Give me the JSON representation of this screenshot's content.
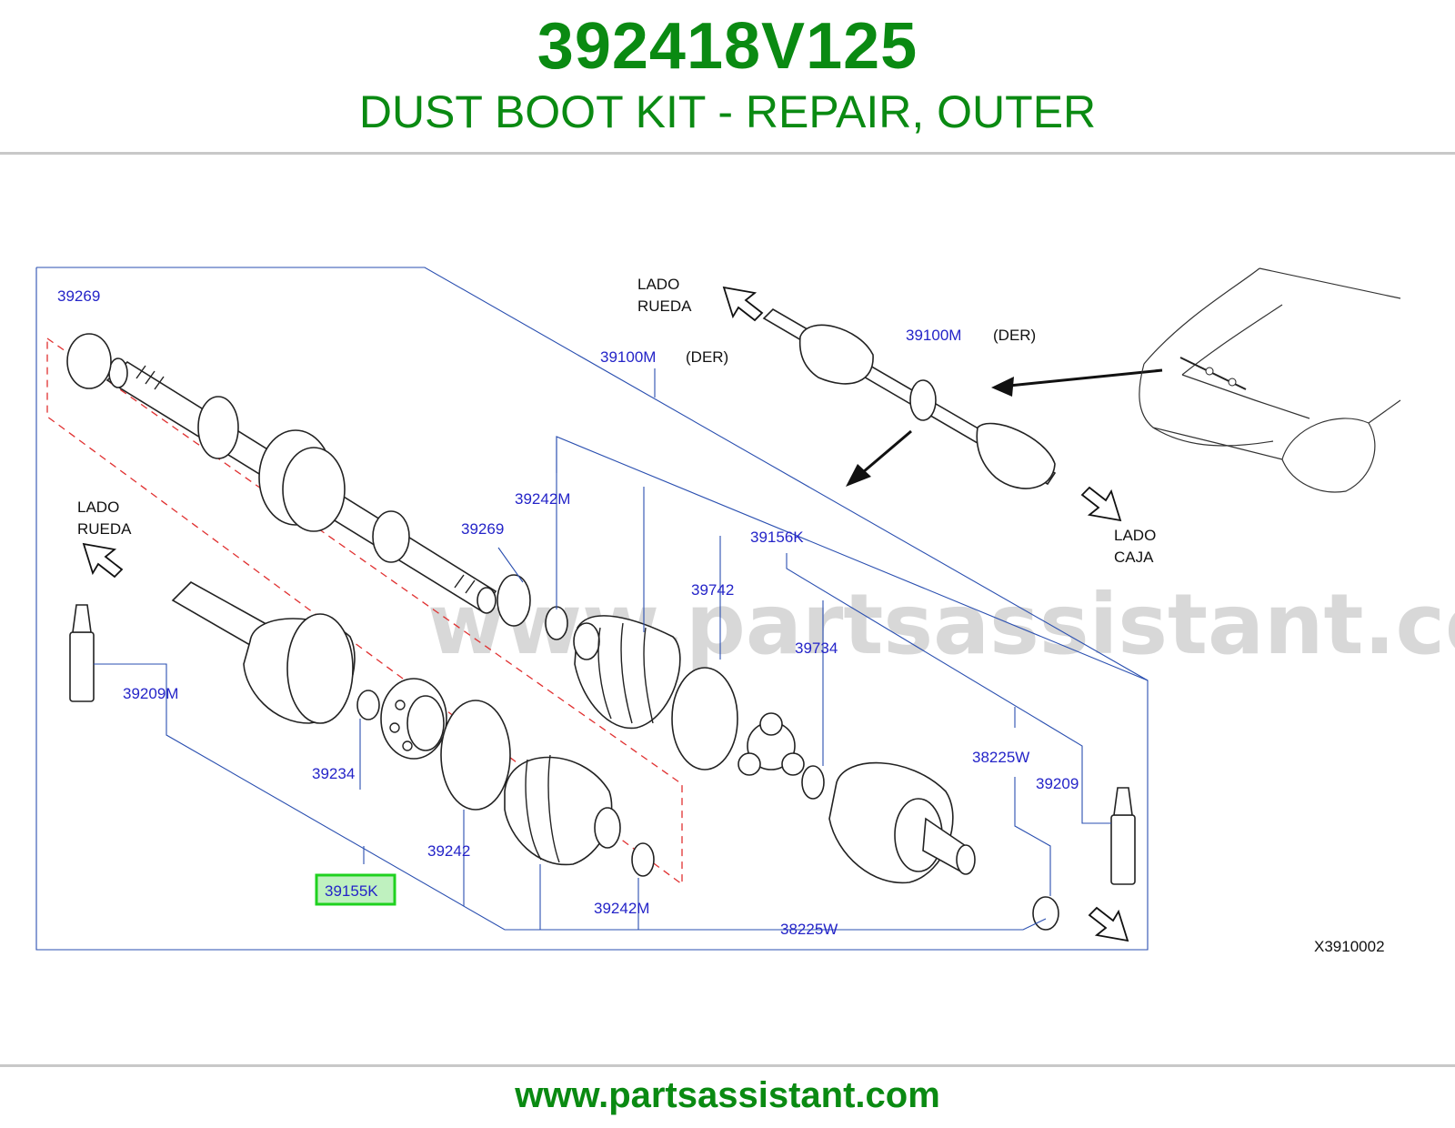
{
  "header": {
    "part_number": "392418V125",
    "description": "DUST BOOT KIT - REPAIR, OUTER"
  },
  "footer": {
    "url": "www.partsassistant.com"
  },
  "watermark": "www.partsassistant.com",
  "colors": {
    "green": "#0a8a12",
    "callout_blue": "#2424c8",
    "highlight": "#1fd11f",
    "red_dash": "#e03030"
  },
  "diagram": {
    "code": "X3910002",
    "callouts": {
      "c39269_top": "39269",
      "c39100m_main": "39100M",
      "c39100m_main_der": "(DER)",
      "c39100m_inset": "39100M",
      "c39100m_inset_der": "(DER)",
      "c39242m_top": "39242M",
      "c39269_mid": "39269",
      "c39156k": "39156K",
      "c39742": "39742",
      "c39734": "39734",
      "c39209m": "39209M",
      "c39234": "39234",
      "c39242": "39242",
      "c39155k": "39155K",
      "c39242m_bottom": "39242M",
      "c38225w_bottom": "38225W",
      "c38225w_right": "38225W",
      "c39209": "39209"
    },
    "labels": {
      "lado_rueda_top_1": "LADO",
      "lado_rueda_top_2": "RUEDA",
      "lado_rueda_left_1": "LADO",
      "lado_rueda_left_2": "RUEDA",
      "lado_caja_1": "LADO",
      "lado_caja_2": "CAJA"
    }
  }
}
